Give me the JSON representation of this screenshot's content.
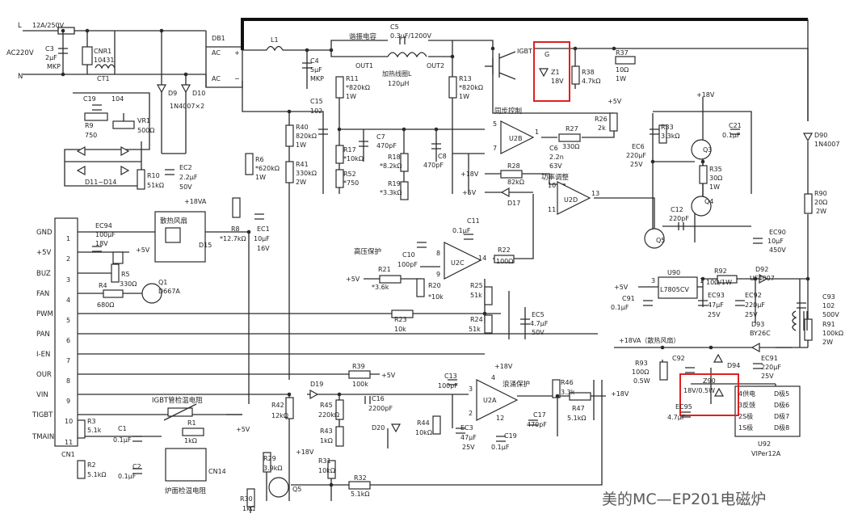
{
  "caption": "美的MC—EP201电磁炉",
  "mains": {
    "L": "L",
    "N": "N",
    "ac": "AC220V",
    "fuse": "12A/250V",
    "c3": "C3",
    "c3v": "2μF",
    "c3t": "MKP",
    "cnr": "CNR1",
    "cnrv": "10431",
    "ct": "CT1",
    "db": "DB1",
    "l1": "L1",
    "ac1": "AC",
    "ac2": "AC",
    "plus": "+",
    "minus": "−"
  },
  "sense": {
    "d9": "D9",
    "d10": "D10",
    "dtype": "1N4007×2",
    "c19": "C19",
    "c19v": "104",
    "r9": "R9",
    "r9v": "750",
    "vr1": "VR1",
    "vr1v": "500Ω",
    "dbridge": "D11~D14",
    "r10": "R10",
    "r10v": "51kΩ",
    "ec2": "EC2",
    "ec2v": "2.2μF",
    "ec2t": "50V"
  },
  "res_cap": {
    "label": "谐振电容",
    "c5": "C5",
    "c5v": "0.3μF/1200V",
    "out1": "OUT1",
    "out2": "OUT2",
    "coil": "加热线圈L",
    "coilv": "120μH",
    "c4": "C4",
    "c4v": "5μF",
    "c4t": "MKP",
    "igbt": "IGBT",
    "g": "G",
    "z1": "Z1",
    "z1v": "18V",
    "r38": "R38",
    "r38v": "4.7kΩ",
    "r37": "R37",
    "r37v": "10Ω",
    "r37t": "1W"
  },
  "sync": {
    "r11": "R11",
    "r11v": "*820kΩ",
    "r11t": "1W",
    "r13": "R13",
    "r13v": "*820kΩ",
    "r13t": "1W",
    "c15": "C15",
    "c15v": "102",
    "r40": "R40",
    "r40v": "820kΩ",
    "r40t": "1W",
    "r41": "R41",
    "r41v": "330kΩ",
    "r41t": "2W",
    "r17": "R17",
    "r17v": "*10kΩ",
    "r52": "R52",
    "r52v": "*750",
    "c7": "C7",
    "c7v": "470pF",
    "c8": "C8",
    "c8v": "470pF",
    "r18": "R18",
    "r18v": "*8.2kΩ",
    "r19": "R19",
    "r19v": "*3.3kΩ",
    "label": "同步控制",
    "u2b": "U2B",
    "p5": "5",
    "p7": "7",
    "p1": "1",
    "r27": "R27",
    "r27v": "330Ω",
    "c6": "C6",
    "c6v": "2.2n",
    "c6t": "63V",
    "r26": "R26",
    "r26v": "2k",
    "v5": "+5V"
  },
  "power_adj": {
    "label": "功率调整",
    "r28": "R28",
    "r28v": "82kΩ",
    "v18": "+18V",
    "v5": "+5V",
    "d17": "D17",
    "u2d": "U2D",
    "p10": "10",
    "p11": "11",
    "p13": "13",
    "c11": "C11",
    "c11v": "0.1μF"
  },
  "driver": {
    "v18": "+18V",
    "ec6": "EC6",
    "ec6v": "220μF",
    "ec6t": "25V",
    "r33": "R33",
    "r33v": "3.3kΩ",
    "c21": "C21",
    "c21v": "0.1μF",
    "q3": "Q3",
    "r35": "R35",
    "r35v": "30Ω",
    "r35t": "1W",
    "c12": "C12",
    "c12v": "220pF",
    "q4": "Q4",
    "q5": "Q5"
  },
  "hv_prot": {
    "label": "高压保护",
    "v5": "+5V",
    "r21": "R21",
    "r21v": "*3.6k",
    "c10": "C10",
    "c10v": "100pF",
    "u2c": "U2C",
    "p8": "8",
    "p9": "9",
    "p14": "14",
    "r22": "R22",
    "r22v": "100Ω",
    "r20": "R20",
    "r20v": "*10k",
    "r25": "R25",
    "r25v": "51k",
    "r24": "R24",
    "r24v": "51k",
    "ec5": "EC5",
    "ec5v": "4.7μF",
    "ec5t": "50V",
    "r23": "R23",
    "r23v": "10k"
  },
  "connector": {
    "pins": [
      "GND",
      "+5V",
      "BUZ",
      "FAN",
      "PWM",
      "PAN",
      "I-EN",
      "OUR",
      "VIN",
      "TIGBT",
      "TMAIN"
    ],
    "nums": [
      "1",
      "2",
      "3",
      "4",
      "5",
      "6",
      "7",
      "8",
      "9",
      "10",
      "11"
    ],
    "cn1": "CN1",
    "ec94": "EC94",
    "ec94v": "100μF",
    "ec94t": "18V",
    "r5": "R5",
    "r5v": "330Ω",
    "r4": "R4",
    "r4v": "680Ω",
    "q1": "Q1",
    "q1v": "D667A",
    "fan": "散热风扇",
    "d15": "D15",
    "v18va": "+18VA",
    "v5": "+5V"
  },
  "mid": {
    "r6": "R6",
    "r6v": "*620kΩ",
    "r6t": "1W",
    "r8": "R8",
    "r8v": "*12.7kΩ",
    "ec1": "EC1",
    "ec1v": "10μF",
    "ec1t": "16V",
    "r42": "R42",
    "r42v": "12kΩ",
    "r29": "R29",
    "r29v": "3.9kΩ",
    "r30": "R30",
    "r30v": "1kΩ",
    "r31": "R31",
    "r31v": "10kΩ",
    "v18": "+18V",
    "q5": "Q5",
    "r32": "R32",
    "r32v": "5.1kΩ"
  },
  "igbt_sense": {
    "label": "IGBT管检温电阻",
    "r3": "R3",
    "r3v": "5.1k",
    "c1": "C1",
    "c1v": "0.1μF",
    "r1": "R1",
    "r1v": "1kΩ",
    "v5": "+5V",
    "r2": "R2",
    "r2v": "5.1kΩ",
    "c2": "C2",
    "c2v": "0.1μF",
    "cn14": "CN14",
    "pan_label": "炉面检温电阻"
  },
  "surge": {
    "d19": "D19",
    "r39": "R39",
    "r39v": "100k",
    "v5": "+5V",
    "c13": "C13",
    "c13v": "100pF",
    "v18": "+18V",
    "label": "浪涌保护",
    "r45": "R45",
    "r45v": "220kΩ",
    "c16": "C16",
    "c16v": "2200pF",
    "u2a": "U2A",
    "p3": "3",
    "p2": "2",
    "p4": "4",
    "p12": "12",
    "r46": "R46",
    "r46v": "3.3k",
    "c17": "C17",
    "c17v": "470pF",
    "r47": "R47",
    "r47v": "5.1kΩ",
    "r43": "R43",
    "r43v": "1kΩ",
    "d20": "D20",
    "r44": "R44",
    "r44v": "10kΩ",
    "ec3": "EC3",
    "ec3v": "47μF",
    "ec3t": "25V",
    "c19": "C19",
    "c19v": "0.1μF"
  },
  "psu": {
    "d90": "D90",
    "d90v": "1N4007",
    "r90": "R90",
    "r90v": "20Ω",
    "r90t": "2W",
    "ec90": "EC90",
    "ec90v": "10μF",
    "ec90t": "450V",
    "u90": "U90",
    "u90v": "L7805CV",
    "p3": "3",
    "p1": "1",
    "r92": "R92",
    "r92v": "10Ω/1W",
    "d92": "D92",
    "d92v": "UF4007",
    "v5": "+5V",
    "c91": "C91",
    "c91v": "0.1μF",
    "ec93": "EC93",
    "ec93v": "47μF",
    "ec93t": "25V",
    "ec92": "EC92",
    "ec92v": "220μF",
    "ec92t": "25V",
    "c93": "C93",
    "c93v": "102",
    "c93t": "500V",
    "r91": "R91",
    "r91v": "100kΩ",
    "r91t": "2W",
    "d93": "D93",
    "d93v": "BY26C",
    "v18va": "+18VA（散热风扇）",
    "r93": "R93",
    "r93v": "100Ω",
    "r93t": "0.5W",
    "v18": "+18V",
    "c92": "C92",
    "d94": "D94",
    "ec91": "EC91",
    "ec91v": "220μF",
    "ec91t": "25V",
    "z90": "Z90",
    "z90v": "18V/0.5W",
    "ec95": "EC95",
    "ec95v": "4.7μF",
    "u92": "U92",
    "u92v": "VIPer12A",
    "pins_l": [
      "4供电",
      "3反馈",
      "2S极",
      "1S极"
    ],
    "pins_r": [
      "D极5",
      "D极6",
      "D极7",
      "D极8"
    ]
  }
}
